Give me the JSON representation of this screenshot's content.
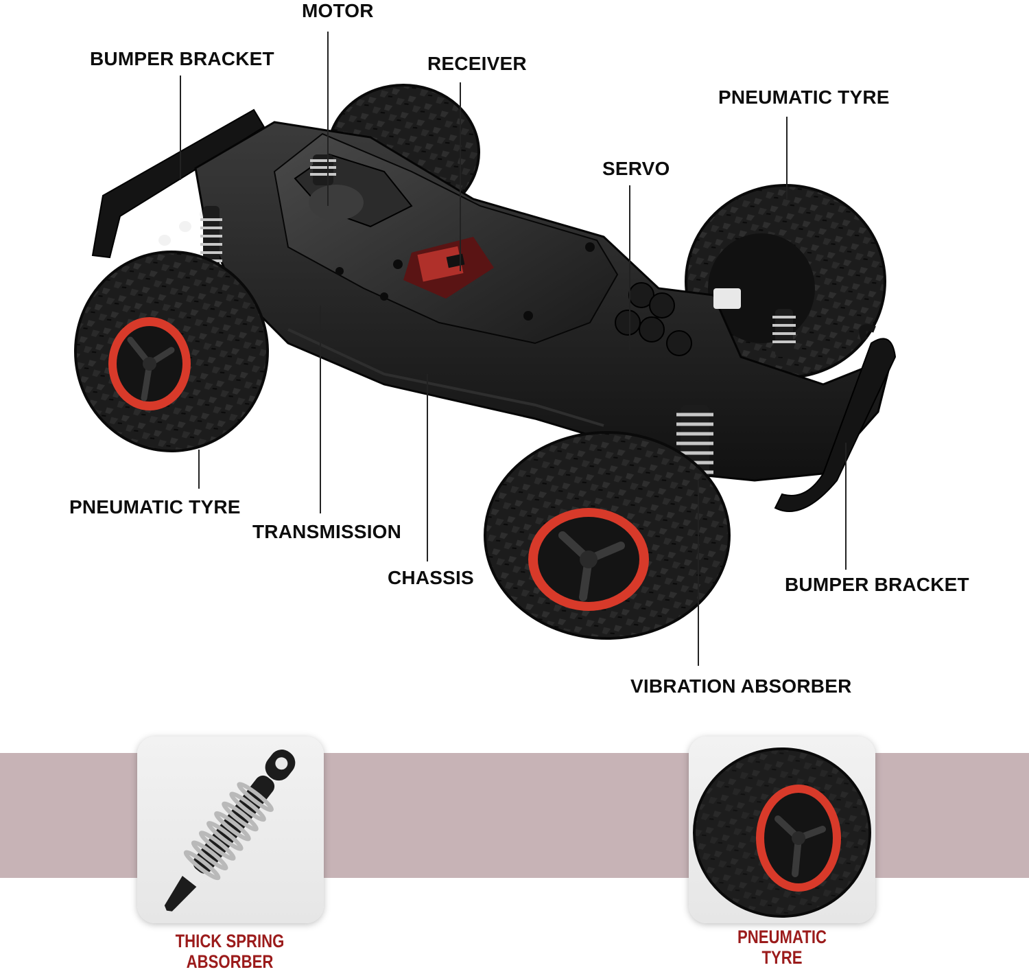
{
  "labels": {
    "motor": "MOTOR",
    "bumper_bracket_rear": "BUMPER BRACKET",
    "receiver": "RECEIVER",
    "pneumatic_tyre_rear_right": "PNEUMATIC TYRE",
    "servo": "SERVO",
    "pneumatic_tyre_front_left": "PNEUMATIC TYRE",
    "transmission": "TRANSMISSION",
    "chassis": "CHASSIS",
    "bumper_bracket_front": "BUMPER BRACKET",
    "vibration_absorber": "VIBRATION ABSORBER"
  },
  "detail_cards": [
    {
      "line1": "THICK SPRING",
      "line2": "ABSORBER"
    },
    {
      "line1": "PNEUMATIC",
      "line2": "TYRE"
    }
  ],
  "colors": {
    "band": "#c7b3b6",
    "accent_red": "#9b1b1b",
    "rim_red": "#d83a2a",
    "body_black": "#1e1e1e",
    "leader_line": "#222222"
  }
}
